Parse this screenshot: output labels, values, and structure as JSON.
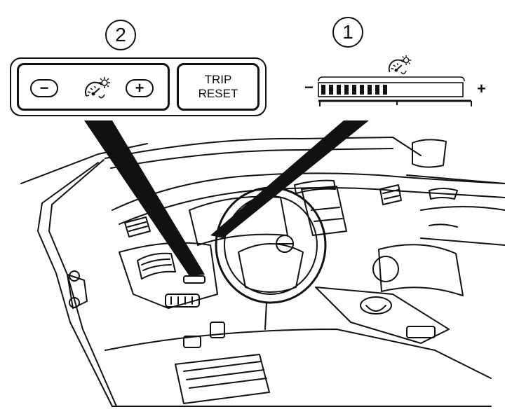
{
  "callouts": {
    "one": "1",
    "two": "2"
  },
  "panel": {
    "minus_label": "−",
    "plus_label": "+",
    "trip_reset_label": "TRIP\nRESET",
    "brightness_icon": "dash-brightness-icon"
  },
  "gauge": {
    "minus_label": "−",
    "plus_label": "+",
    "level": 0.5,
    "brightness_icon": "dash-brightness-icon"
  }
}
